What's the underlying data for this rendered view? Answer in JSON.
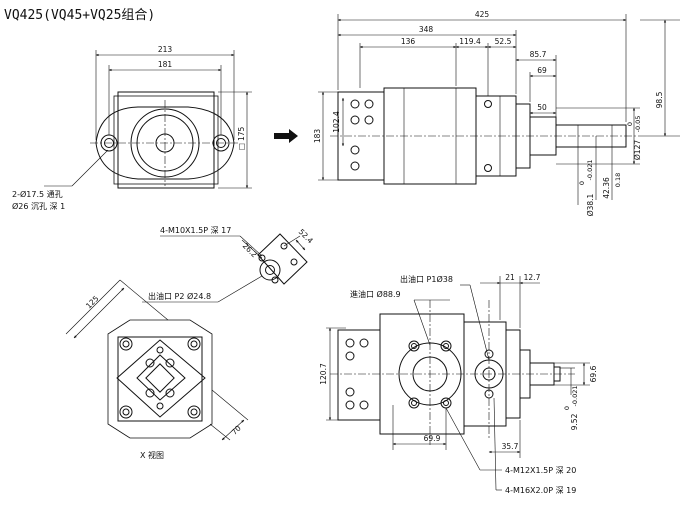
{
  "title": "VQ425(VQ45+VQ25组合)",
  "front_view": {
    "dims": [
      "213",
      "181",
      "175"
    ],
    "square_prefix": "□",
    "notes": [
      "2-Ø17.5 通孔",
      "Ø26 沉孔  深 1"
    ]
  },
  "side_view": {
    "dims_top": [
      "425",
      "348",
      "136",
      "119.4",
      "52.5",
      "85.7",
      "69",
      "50"
    ],
    "dims_left": [
      "102.4",
      "183"
    ],
    "dims_right": [
      "98.5",
      "Ø127",
      "42.36",
      "Ø38.1"
    ],
    "tol_127": "-0.05",
    "tol_127b": "0",
    "tol_381": "-0.021",
    "tol_381b": "0",
    "tol_4236": "0.18"
  },
  "x_view": {
    "dims": [
      "125",
      "70",
      "52.4",
      "26.2"
    ],
    "notes": [
      "4-M10X1.5P  深 17",
      "出油口  P2 Ø24.8"
    ],
    "caption": "X  视图"
  },
  "bottom_view": {
    "dims": [
      "21",
      "12.7",
      "120.7",
      "69.9",
      "35.7",
      "69.6",
      "9.52"
    ],
    "tol_952": "-0.021",
    "tol_952b": "0",
    "notes": [
      "出油口  P1Ø38",
      "進油口  Ø88.9",
      "4-M12X1.5P  深 20",
      "4-M16X2.0P  深 19"
    ]
  }
}
